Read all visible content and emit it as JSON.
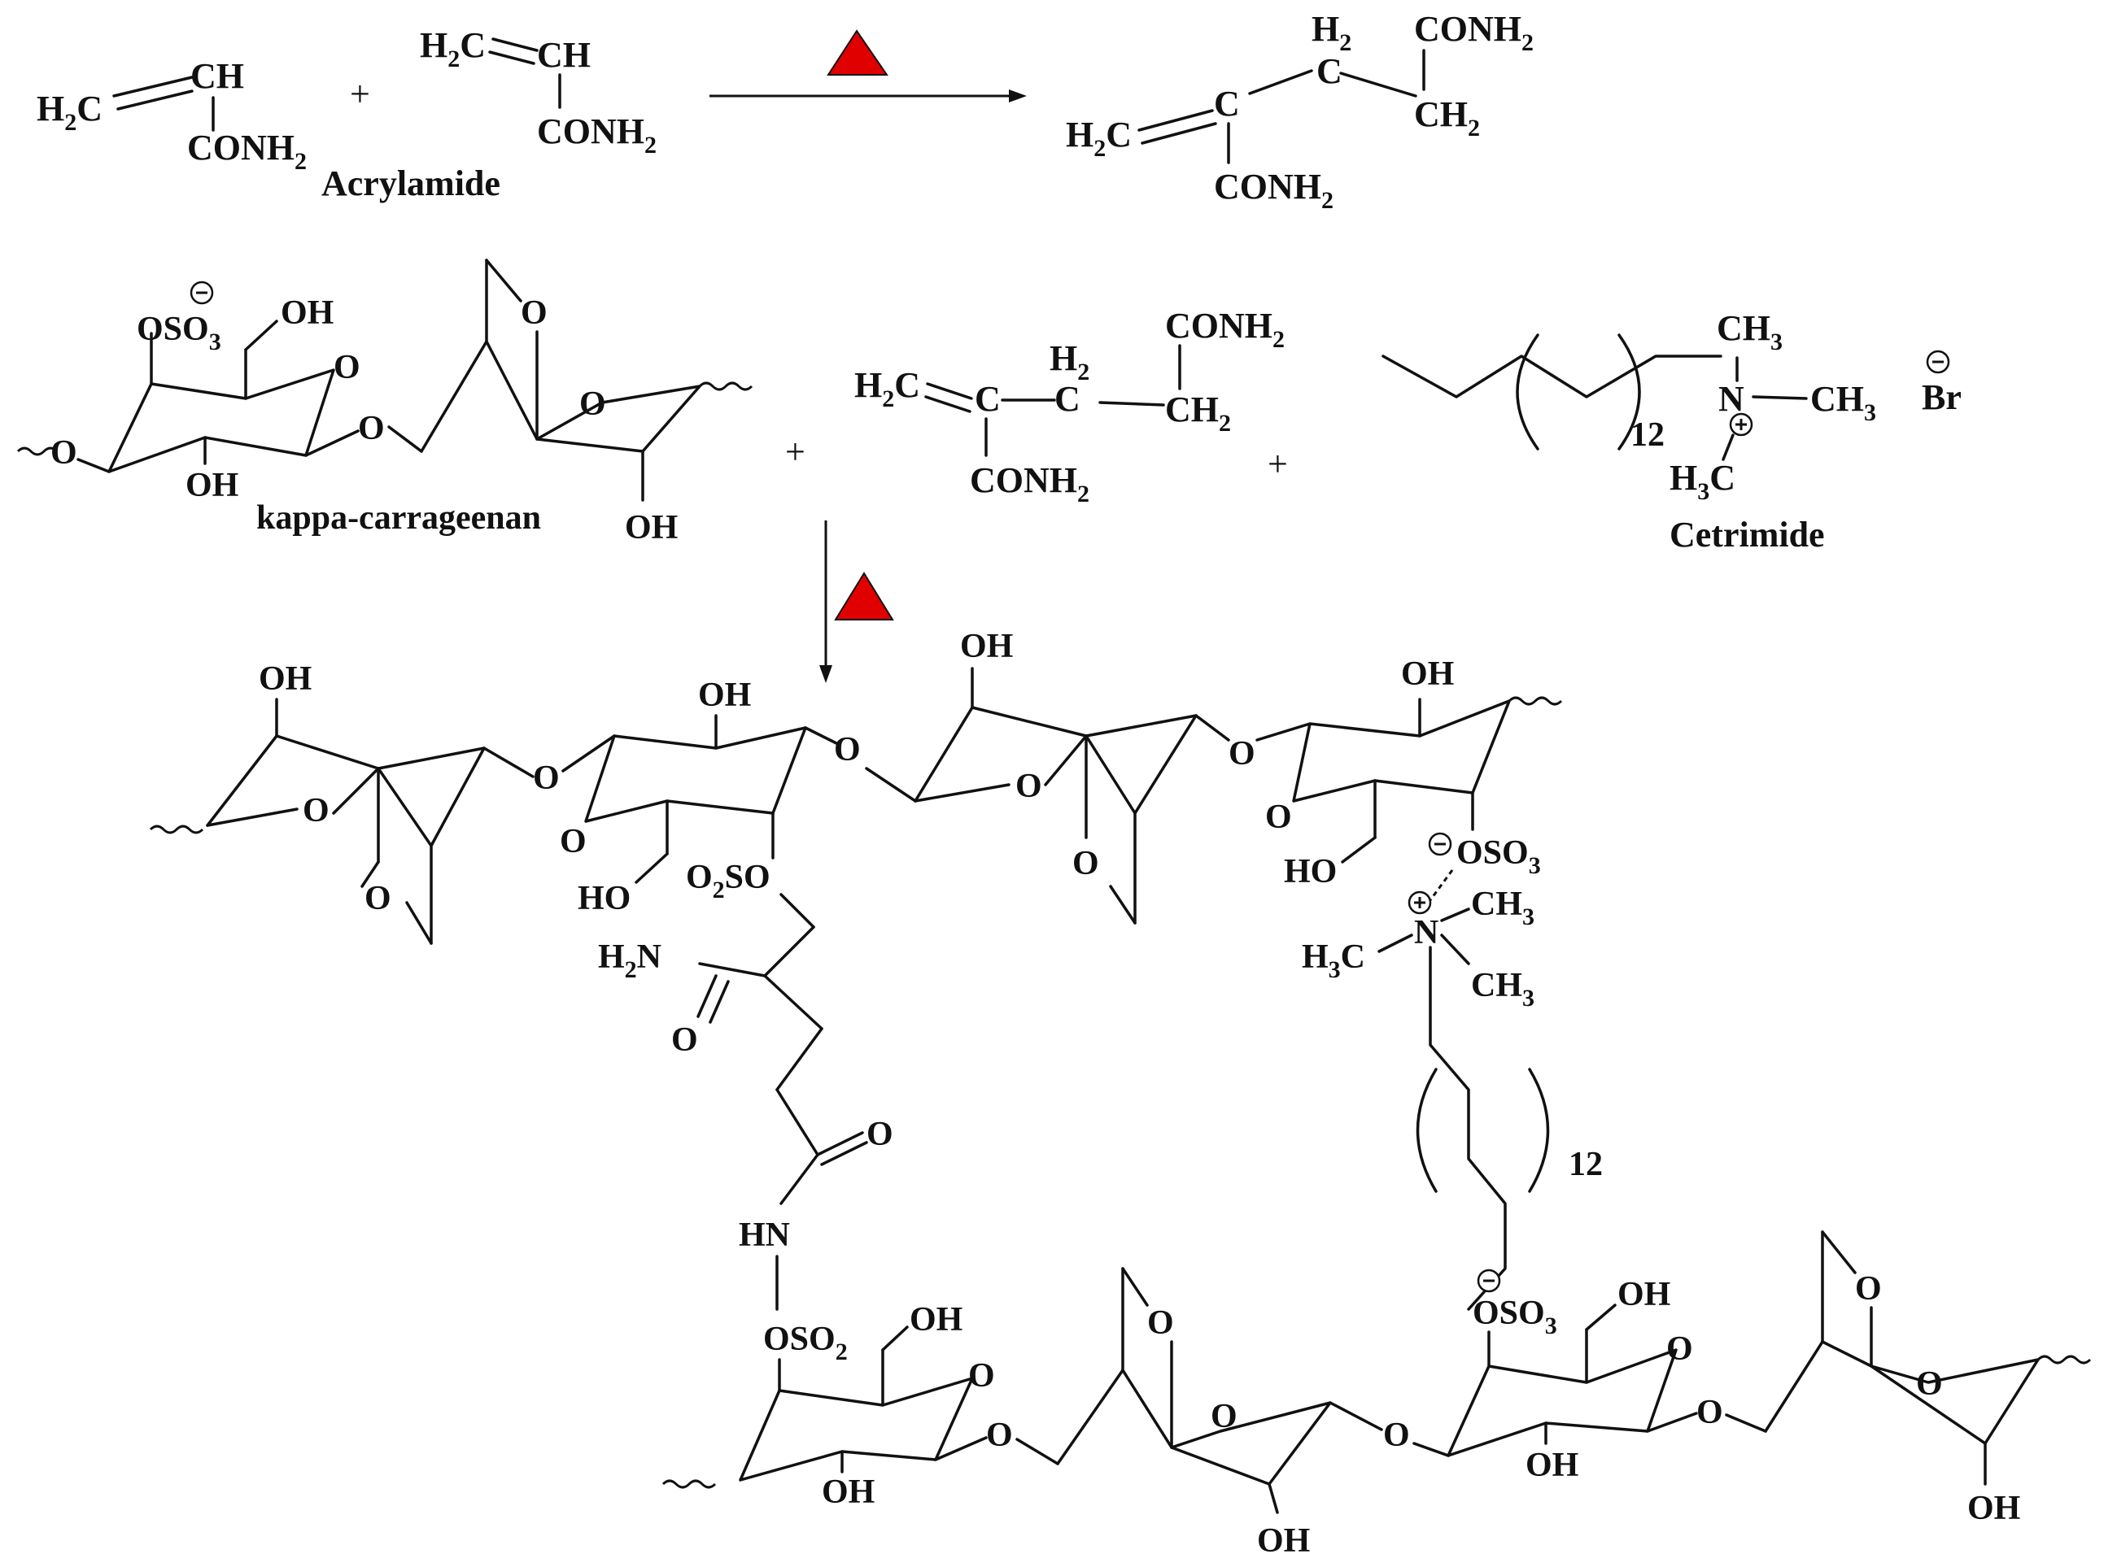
{
  "reaction1": {
    "monomer1": {
      "h2c": "H",
      "h2c_sub": "2",
      "h2c_c": "C",
      "ch": "CH",
      "conh2": "CONH",
      "conh2_sub": "2"
    },
    "plus": "+",
    "monomer2": {
      "h2c": "H",
      "h2c_sub": "2",
      "h2c_c": "C",
      "ch": "CH",
      "conh2": "CONH",
      "conh2_sub": "2"
    },
    "monomer_label": "Acrylamide",
    "product": {
      "h2": "H",
      "h2_sub": "2",
      "c_mid": "C",
      "c_top": "C",
      "conh2_top": "CONH",
      "conh2_top_sub": "2",
      "ch2": "CH",
      "ch2_sub": "2",
      "h2c": "H",
      "h2c_sub": "2",
      "h2c_c": "C",
      "conh2_bottom": "CONH",
      "conh2_bottom_sub": "2"
    },
    "heat_color": "#e00000"
  },
  "reaction2": {
    "carrageenan": {
      "label": "kappa-carrageenan",
      "oso3": "OSO",
      "oso3_sub": "3",
      "oh_top": "OH",
      "o_ring1": "O",
      "o_link_left": "O",
      "o_link_mid": "O",
      "oh_ring1": "OH",
      "o_bridge": "O",
      "o_ring2": "O",
      "oh_ring2": "OH",
      "charge_neg": "−"
    },
    "plus1": "+",
    "dimer": {
      "h2c": "H",
      "h2c_sub": "2",
      "h2c_c": "C",
      "c_mid": "C",
      "h2": "H",
      "h2_sub": "2",
      "c2": "C",
      "conh2_top": "CONH",
      "conh2_top_sub": "2",
      "ch2": "CH",
      "ch2_sub": "2",
      "conh2_bottom": "CONH",
      "conh2_bottom_sub": "2"
    },
    "plus2": "+",
    "cetrimide": {
      "label": "Cetrimide",
      "repeat": "12",
      "n": "N",
      "ch3_top": "CH",
      "ch3_top_sub": "3",
      "ch3_right": "CH",
      "ch3_right_sub": "3",
      "h3c": "H",
      "h3c_sub": "3",
      "h3c_c": "C",
      "br": "Br",
      "charge_pos": "+",
      "charge_neg": "−"
    }
  },
  "product_network": {
    "top_chain": {
      "oh1": "OH",
      "o_ring_a": "O",
      "o_bridge_a": "O",
      "o_link_1": "O",
      "oh2": "OH",
      "o_ring_b": "O",
      "ho_b": "HO",
      "o2so": "O",
      "o2so_sub": "2",
      "o2so_rest": "SO",
      "o_link_2": "O",
      "oh3": "OH",
      "o_ring_c": "O",
      "o_bridge_c": "O",
      "o_link_3": "O",
      "oh4": "OH",
      "o_ring_d": "O",
      "ho_d": "HO",
      "oso3": "OSO",
      "oso3_sub": "3"
    },
    "graft": {
      "h2n": "H",
      "h2n_sub": "2",
      "h2n_n": "N",
      "o_carbonyl1": "O",
      "o_carbonyl2": "O",
      "hn": "HN"
    },
    "ammonium": {
      "ch3_a": "CH",
      "ch3_a_sub": "3",
      "h3c": "H",
      "h3c_sub": "3",
      "h3c_c": "C",
      "n": "N",
      "ch3_b": "CH",
      "ch3_b_sub": "3",
      "repeat": "12"
    },
    "bottom_chain": {
      "oso2": "OSO",
      "oso2_sub": "2",
      "oh1": "OH",
      "o_ring_a": "O",
      "o_link_1": "O",
      "oh_a": "OH",
      "o_bridge_b": "O",
      "o_ring_b": "O",
      "oh_b": "OH",
      "o_link_2": "O",
      "oso3": "OSO",
      "oso3_sub": "3",
      "oh2": "OH",
      "o_ring_c": "O",
      "oh_c": "OH",
      "o_link_3": "O",
      "o_bridge_d": "O",
      "o_ring_d": "O",
      "oh_d": "OH"
    }
  }
}
